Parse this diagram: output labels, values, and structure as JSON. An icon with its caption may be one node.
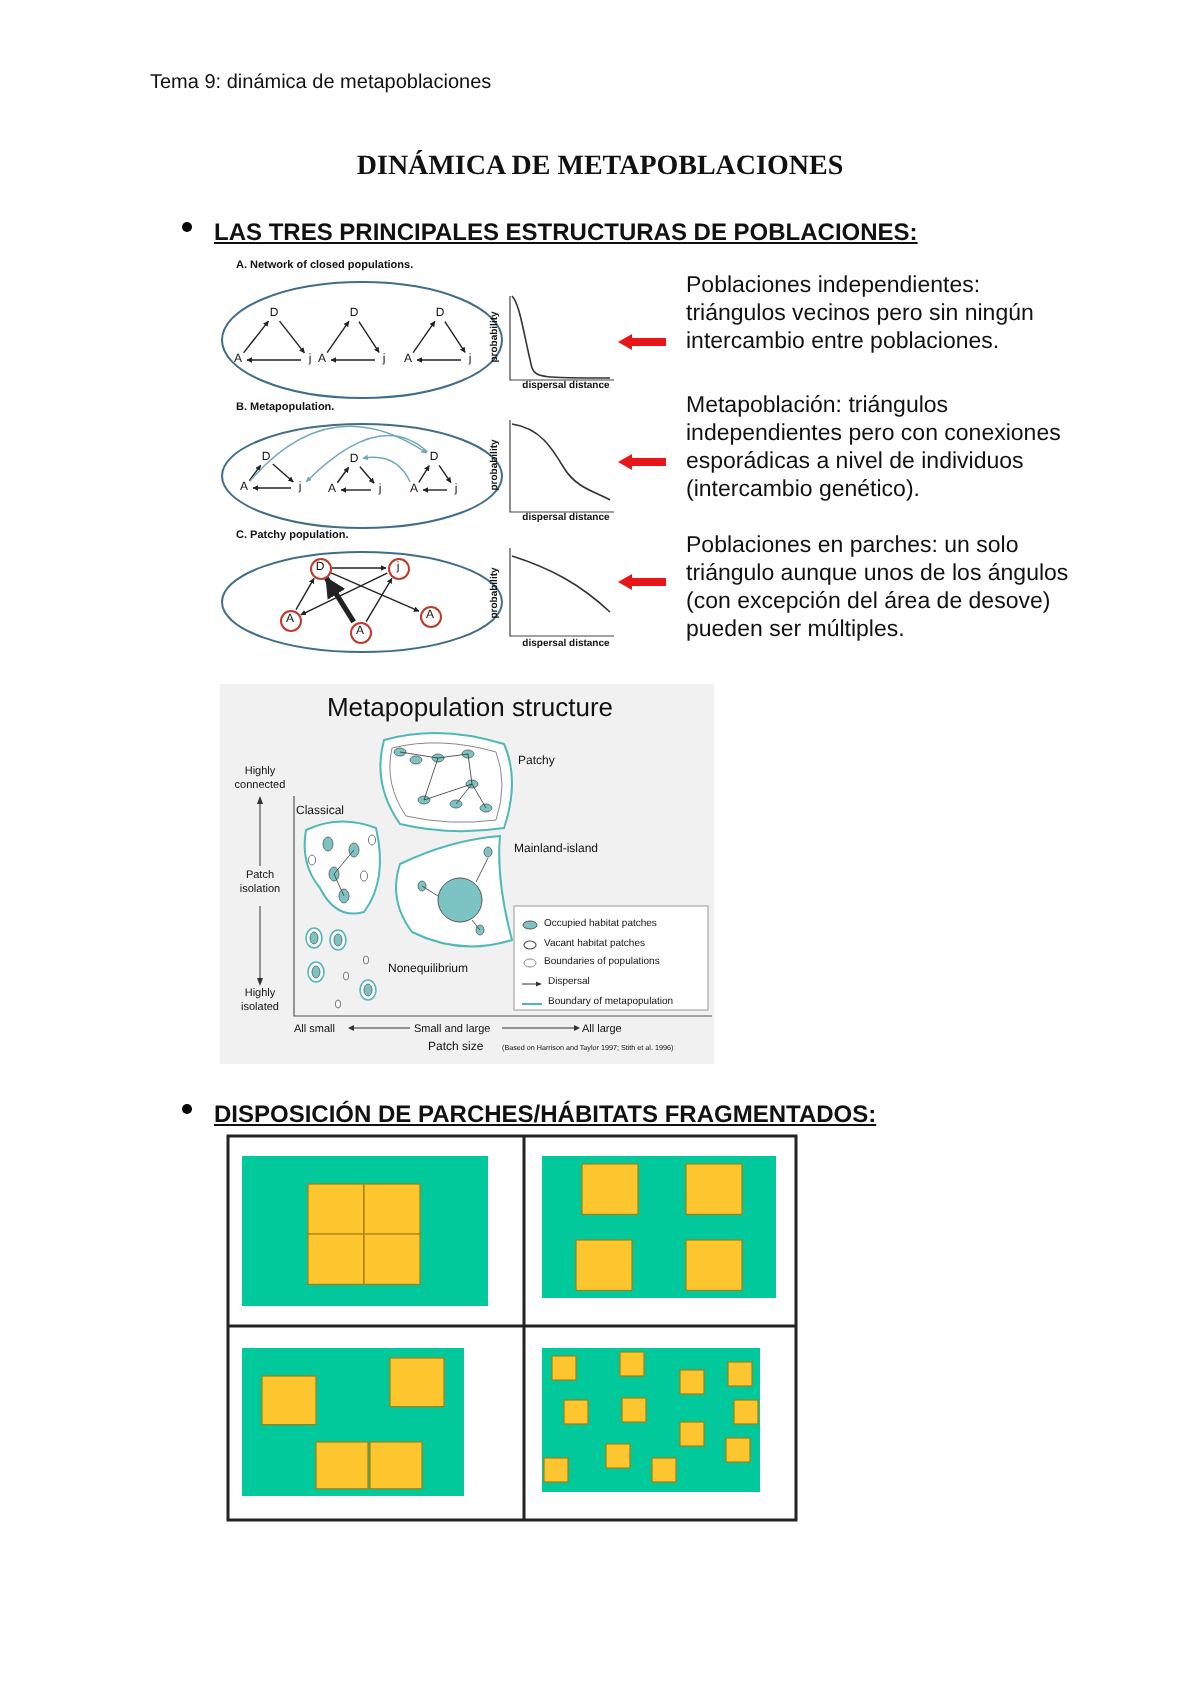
{
  "diagram": {
    "title": "DINÁMICA DE METAPOBLACIONES",
    "nodes": [
      {
        "text": [
          "A. Network of closed populations."
        ]
      },
      {
        "text": [
          "D"
        ],
        "in": 0
      },
      {
        "text": [
          "A"
        ],
        "in": 0
      },
      {
        "text": [
          "j"
        ],
        "in": 0
      },
      {
        "text": [
          "D"
        ],
        "in": 0
      },
      {
        "text": [
          "A"
        ],
        "in": 0
      },
      {
        "text": [
          "j"
        ],
        "in": 0
      },
      {
        "text": [
          "D"
        ],
        "in": 0
      },
      {
        "text": [
          "A"
        ],
        "in": 0
      },
      {
        "text": [
          "j"
        ],
        "in": 0
      },
      {
        "text": [
          "B. Metapopulation."
        ]
      },
      {
        "text": [
          "D"
        ],
        "in": 10
      },
      {
        "text": [
          "A"
        ],
        "in": 10
      },
      {
        "text": [
          "j"
        ],
        "in": 10
      },
      {
        "text": [
          "D"
        ],
        "in": 10
      },
      {
        "text": [
          "A"
        ],
        "in": 10
      },
      {
        "text": [
          "j"
        ],
        "in": 10
      },
      {
        "text": [
          "D"
        ],
        "in": 10
      },
      {
        "text": [
          "A"
        ],
        "in": 10
      },
      {
        "text": [
          "j"
        ],
        "in": 10
      },
      {
        "text": [
          "C. Patchy population."
        ]
      },
      {
        "text": [
          "D"
        ],
        "in": 20
      },
      {
        "text": [
          "j"
        ],
        "in": 20
      },
      {
        "text": [
          "A"
        ],
        "in": 20
      },
      {
        "text": [
          "A"
        ],
        "in": 20
      },
      {
        "text": [
          "A"
        ],
        "in": 20
      }
    ],
    "edges": [
      {
        "from": 1,
        "to": 3,
        "arrow": "to"
      },
      {
        "from": 3,
        "to": 2,
        "arrow": "to"
      },
      {
        "from": 2,
        "to": 1,
        "arrow": "to"
      },
      {
        "from": 4,
        "to": 6,
        "arrow": "to"
      },
      {
        "from": 6,
        "to": 5,
        "arrow": "to"
      },
      {
        "from": 5,
        "to": 4,
        "arrow": "to"
      },
      {
        "from": 7,
        "to": 9,
        "arrow": "to"
      },
      {
        "from": 9,
        "to": 8,
        "arrow": "to"
      },
      {
        "from": 8,
        "to": 7,
        "arrow": "to"
      },
      {
        "from": 11,
        "to": 13,
        "arrow": "to"
      },
      {
        "from": 13,
        "to": 12,
        "arrow": "to"
      },
      {
        "from": 12,
        "to": 11,
        "arrow": "to"
      },
      {
        "from": 14,
        "to": 16,
        "arrow": "to"
      },
      {
        "from": 16,
        "to": 15,
        "arrow": "to"
      },
      {
        "from": 15,
        "to": 14,
        "arrow": "to"
      },
      {
        "from": 17,
        "to": 19,
        "arrow": "to"
      },
      {
        "from": 19,
        "to": 18,
        "arrow": "to"
      },
      {
        "from": 18,
        "to": 17,
        "arrow": "to"
      },
      {
        "from": 12,
        "to": 17,
        "arrow": "to",
        "color": "#6fa8b8"
      },
      {
        "from": 17,
        "to": 13,
        "arrow": "to",
        "color": "#6fa8b8"
      },
      {
        "from": 18,
        "to": 14,
        "arrow": "to",
        "color": "#6fa8b8"
      },
      {
        "from": 21,
        "to": 22,
        "arrow": "to"
      },
      {
        "from": 21,
        "to": 25,
        "arrow": "to"
      },
      {
        "from": 22,
        "to": 23,
        "arrow": "to"
      },
      {
        "from": 24,
        "to": 21,
        "arrow": "to",
        "style": "thick"
      },
      {
        "from": 24,
        "to": 22,
        "arrow": "to"
      },
      {
        "from": 23,
        "to": 21,
        "arrow": "to"
      }
    ],
    "labels": [
      "Tema 9: dinámica de metapoblaciones",
      "LAS TRES PRINCIPALES ESTRUCTURAS DE POBLACIONES:",
      "probability",
      "dispersal distance",
      "probability",
      "dispersal distance",
      "probability",
      "dispersal distance",
      "Poblaciones independientes: triángulos vecinos pero sin ningún intercambio entre poblaciones.",
      "Metapoblación: triángulos independientes pero con conexiones esporádicas a nivel de individuos (intercambio genético).",
      "Poblaciones en parches: un solo triángulo aunque unos de los ángulos (con excepción del área de desove) pueden ser múltiples.",
      "Metapopulation structure",
      "Highly connected",
      "Patchy",
      "Classical",
      "Patch isolation",
      "Mainland-island",
      "Nonequilibrium",
      "Highly isolated",
      "All small",
      "Small and large",
      "All large",
      "Patch size",
      "(Based on Harrison and Taylor 1997; Stith et al. 1996)",
      "DISPOSICIÓN DE PARCHES/HÁBITATS FRAGMENTADOS:"
    ],
    "legend": [
      {
        "text": "Occupied habitat patches"
      },
      {
        "text": "Vacant habitat patches"
      },
      {
        "text": "Boundaries of populations"
      },
      {
        "text": "Dispersal"
      },
      {
        "text": "Boundary of metapopulation"
      }
    ]
  }
}
